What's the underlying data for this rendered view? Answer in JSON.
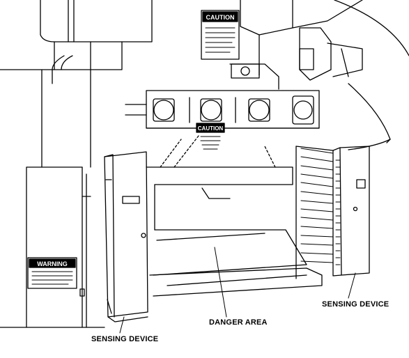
{
  "labels": {
    "danger_area": "DANGER AREA",
    "sensing_device_left": "SENSING DEVICE",
    "sensing_device_right": "SENSING DEVICE"
  },
  "signs": {
    "caution_top": "CAUTION",
    "caution_mid": "CAUTION",
    "warning": "WARNING"
  },
  "colors": {
    "ink": "#000000",
    "paper": "#ffffff"
  }
}
